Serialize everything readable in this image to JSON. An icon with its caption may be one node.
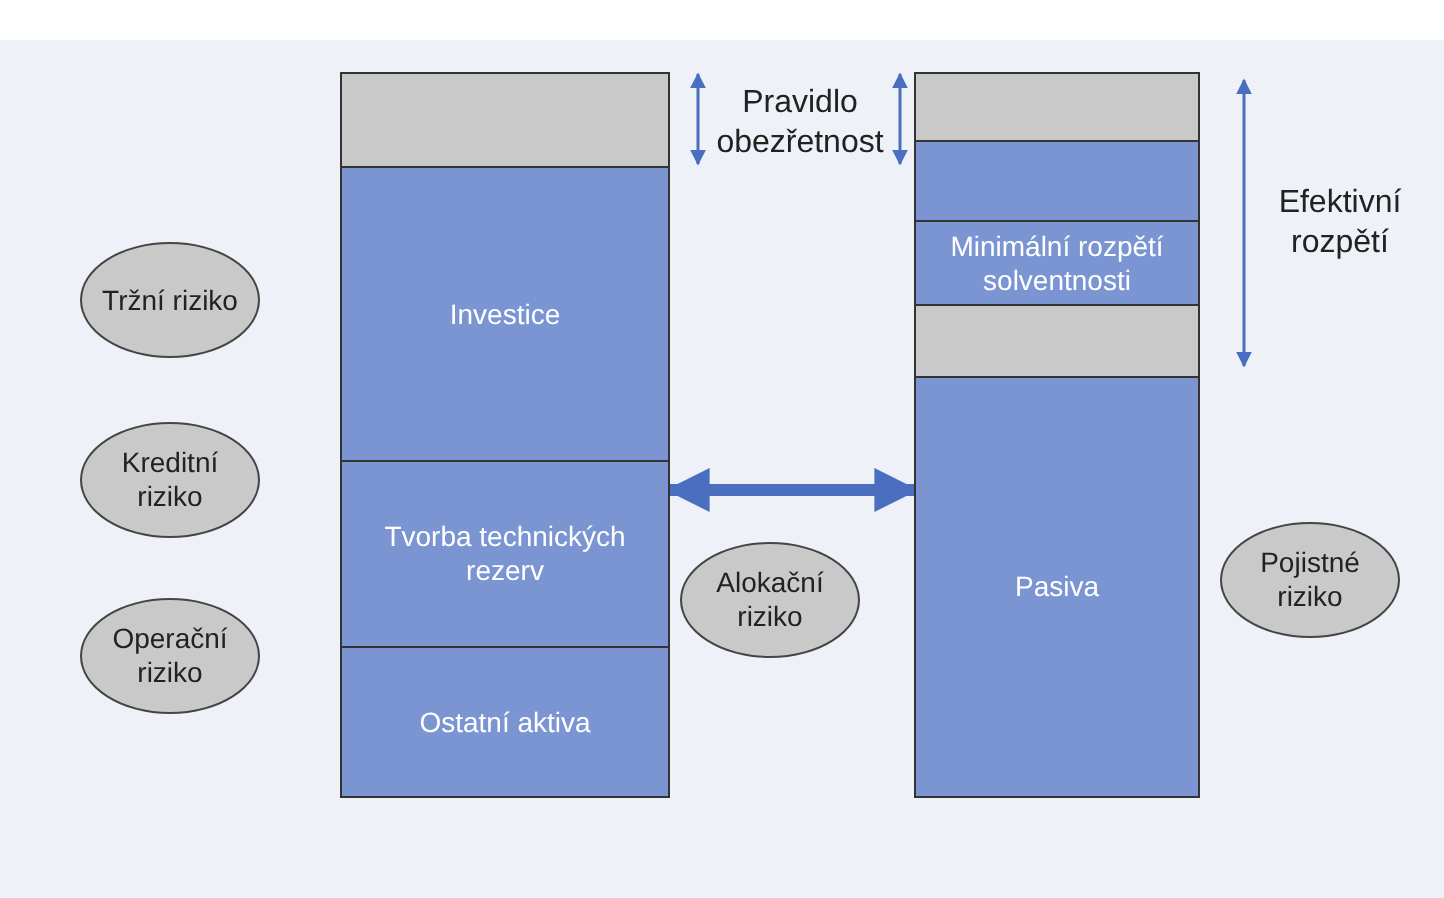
{
  "diagram": {
    "nodes": [
      {
        "text": [],
        "shape": "box"
      },
      {
        "text": [
          "Investice"
        ]
      },
      {
        "text": [
          "Tvorba technických rezerv"
        ]
      },
      {
        "text": [
          "Ostatní aktiva"
        ]
      },
      {
        "text": [],
        "shape": "box"
      },
      {
        "text": [],
        "shape": "box"
      },
      {
        "text": [
          "Minimální rozpětí solventnosti"
        ]
      },
      {
        "text": [],
        "shape": "box"
      },
      {
        "text": [
          "Pasiva"
        ]
      },
      {
        "text": [
          "Tržní riziko"
        ]
      },
      {
        "text": [
          "Kreditní riziko"
        ]
      },
      {
        "text": [
          "Operační riziko"
        ]
      },
      {
        "text": [
          "Alokační riziko"
        ]
      },
      {
        "text": [
          "Pojistné riziko"
        ]
      }
    ],
    "edges": [
      {
        "from": 2,
        "to": 8,
        "arrow": "both"
      }
    ],
    "labels": [
      "Pravidlo obezřetnost",
      "Efektivní rozpětí"
    ]
  }
}
